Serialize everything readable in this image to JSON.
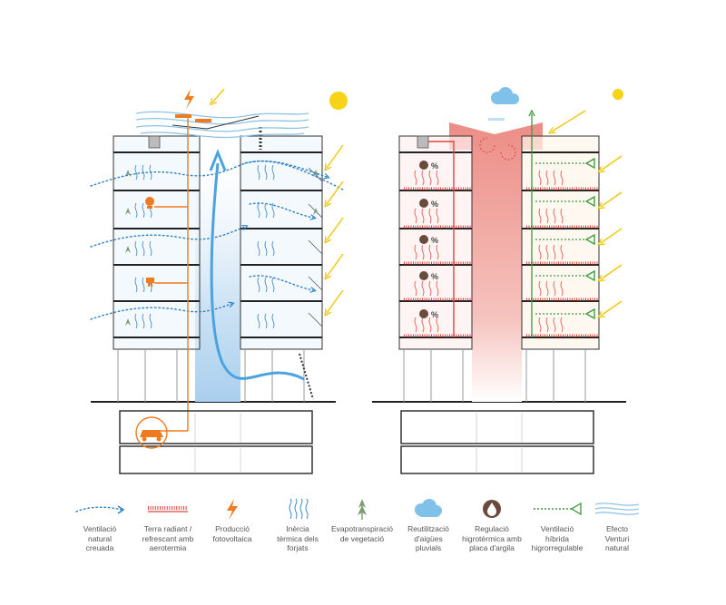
{
  "legend": [
    {
      "id": "ventilacio",
      "icon": "dotted-blue-arrow-icon",
      "color": "#2b7fc4",
      "label": "Ventilació\nnatural\ncreuada"
    },
    {
      "id": "terra",
      "icon": "red-comb-icon",
      "color": "#e0433c",
      "label": "Terra radiant /\nrefrescant amb\naerotermia"
    },
    {
      "id": "foto",
      "icon": "lightning-bolt-icon",
      "color": "#ef7a1f",
      "label": "Producció\nfotovoltaica"
    },
    {
      "id": "inercia",
      "icon": "wavy-lines-icon",
      "color": "#2b7fc4",
      "label": "Inèrcia\ntèrmica dels\nforjats"
    },
    {
      "id": "evapo",
      "icon": "plant-icon",
      "color": "#7c9a73",
      "label": "Evapotranspiració\nde vegetació"
    },
    {
      "id": "reutil",
      "icon": "cloud-icon",
      "color": "#7fc1e8",
      "label": "Reutilització\nd'aigües\npluvials"
    },
    {
      "id": "regulacio",
      "icon": "water-drop-icon",
      "color": "#6a4a3c",
      "label": "Regulació\nhigrotèrmica amb\nplaca d'argila"
    },
    {
      "id": "hibrida",
      "icon": "dotted-green-arrow-icon",
      "color": "#3a9a3a",
      "label": "Ventilació\nhíbrida\nhigrorregulable"
    },
    {
      "id": "venturi",
      "icon": "venturi-lines-icon",
      "color": "#8ec3e6",
      "label": "Efecto\nVenturi\nnatural"
    }
  ],
  "diagram": {
    "room_percent_label": "%",
    "colors": {
      "blue": "#2b7fc4",
      "orange": "#ef7a1f",
      "red": "#e0433c",
      "green": "#3a9a3a",
      "sun": "#f6d316",
      "cloud": "#7fc1e8",
      "brown": "#6a4a3c",
      "line": "#222222"
    }
  }
}
